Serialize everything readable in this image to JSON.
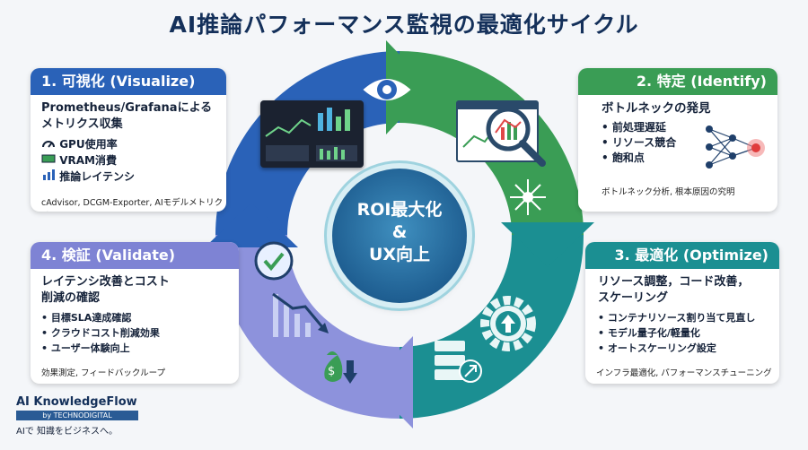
{
  "title": "AI推論パフォーマンス監視の最適化サイクル",
  "colors": {
    "visualize": "#2a62b8",
    "identify": "#3a9d55",
    "optimize": "#1b8f92",
    "validate": "#7e83d4",
    "title": "#14305a"
  },
  "center": {
    "line1": "ROI最大化",
    "line2": "&",
    "line3": "UX向上"
  },
  "cards": {
    "visualize": {
      "header": "1. 可視化 (Visualize)",
      "heading1": "Prometheus/Grafanaによる",
      "heading2": "メトリクス収集",
      "items": [
        {
          "icon": "gauge-icon",
          "label": "GPU使用率"
        },
        {
          "icon": "memory-chip-icon",
          "label": "VRAM消費"
        },
        {
          "icon": "bar-chart-icon",
          "label": "推論レイテンシ"
        }
      ],
      "footer": "cAdvisor, DCGM-Exporter, AIモデルメトリクス"
    },
    "identify": {
      "header": "2. 特定 (Identify)",
      "heading": "ボトルネックの発見",
      "items": [
        "前処理遅延",
        "リソース競合",
        "飽和点"
      ],
      "footer": "ボトルネック分析, 根本原因の究明"
    },
    "optimize": {
      "header": "3. 最適化 (Optimize)",
      "heading1": "リソース調整，コード改善，",
      "heading2": "スケーリング",
      "items": [
        "コンテナリソース割り当て見直し",
        "モデル量子化/軽量化",
        "オートスケーリング設定"
      ],
      "footer": "インフラ最適化, パフォーマンスチューニング"
    },
    "validate": {
      "header": "4. 検証 (Validate)",
      "heading1": "レイテンシ改善とコスト",
      "heading2": "削減の確認",
      "items": [
        "目標SLA達成確認",
        "クラウドコスト削減効果",
        "ユーザー体験向上"
      ],
      "footer": "効果測定, フィードバックループ"
    }
  },
  "brand": {
    "name": "AI KnowledgeFlow",
    "by": "by TECHNODIGITAL",
    "tagline": "AIで 知識をビジネスへ。"
  }
}
